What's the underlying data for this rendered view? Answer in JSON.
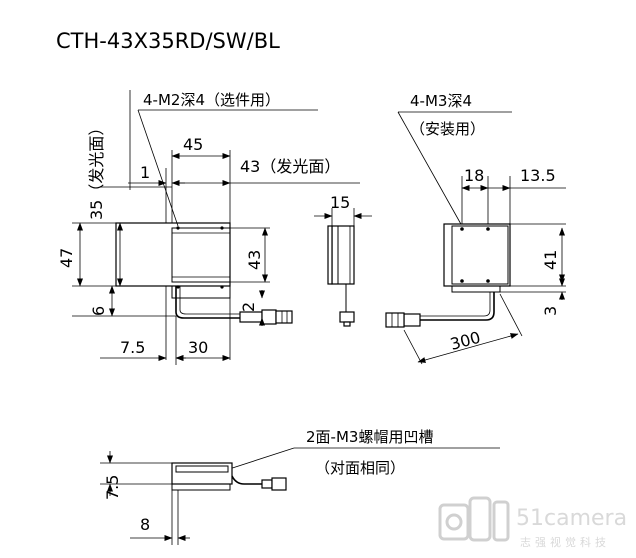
{
  "title": "CTH-43X35RD/SW/BL",
  "dims": {
    "front_holes": "4-M2深4（选件用）",
    "width_45": "45",
    "gap_1": "1",
    "light_43_h": "43（发光面）",
    "light_35_v": "35（发光面）",
    "height_47": "47",
    "light_43_v": "43",
    "six": "6",
    "two": "2",
    "seven_five": "7.5",
    "thirty": "30",
    "side_15": "15",
    "back_holes": "4-M3深4",
    "back_holes_note": "（安装用）",
    "eighteen": "18",
    "thirteen_five": "13.5",
    "forty_one": "41",
    "three": "3",
    "cable_300": "300",
    "bottom_slot": "2面-M3螺帽用凹槽",
    "bottom_slot_note": "（对面相同）",
    "bottom_7_5": "7.5",
    "bottom_8": "8"
  },
  "watermark": {
    "brand": "51camera",
    "sub": "志强视觉科技"
  }
}
